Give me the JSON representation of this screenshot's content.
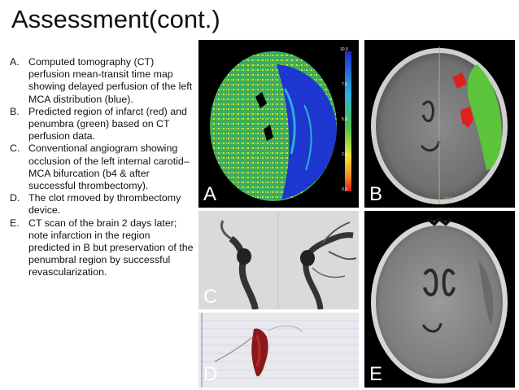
{
  "slide": {
    "title": "Assessment(cont.)",
    "items": [
      {
        "marker": "A.",
        "text": "Computed tomography (CT) perfusion mean-transit time map showing delayed perfusion of the left MCA distribution (blue)."
      },
      {
        "marker": "B.",
        "text": "Predicted region of infarct (red) and penumbra (green) based on CT perfusion data."
      },
      {
        "marker": "C.",
        "text": "Conventional angiogram showing occlusion of the left internal carotid–MCA bifurcation (b4 & after successful thrombectomy)."
      },
      {
        "marker": "D.",
        "text": "The clot rmoved by thrombectomy device."
      },
      {
        "marker": "E.",
        "text": "CT scan of the brain 2 days later; note infarction in the region predicted in B but preservation of the penumbral region by successful revascularization."
      }
    ]
  },
  "figure": {
    "panels": [
      {
        "label": "A",
        "colorbar_ticks": [
          "10.0",
          "7.5",
          "5.0",
          "2.5",
          "0.0"
        ]
      },
      {
        "label": "B",
        "annotation": "Vein"
      },
      {
        "label": "C"
      },
      {
        "label": "D"
      },
      {
        "label": "E"
      }
    ],
    "colors": {
      "infarct": "#e0201c",
      "penumbra": "#5cc43a",
      "delayed_perfusion": "#1a2fd6"
    }
  }
}
